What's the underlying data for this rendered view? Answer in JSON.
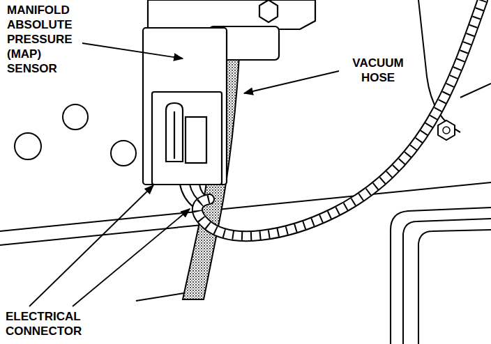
{
  "diagram": {
    "labels": [
      "MANIFOLD ABSOLUTE PRESSURE (MAP) SENSOR",
      "VACUUM HOSE",
      "ELECTRICAL CONNECTOR"
    ]
  }
}
